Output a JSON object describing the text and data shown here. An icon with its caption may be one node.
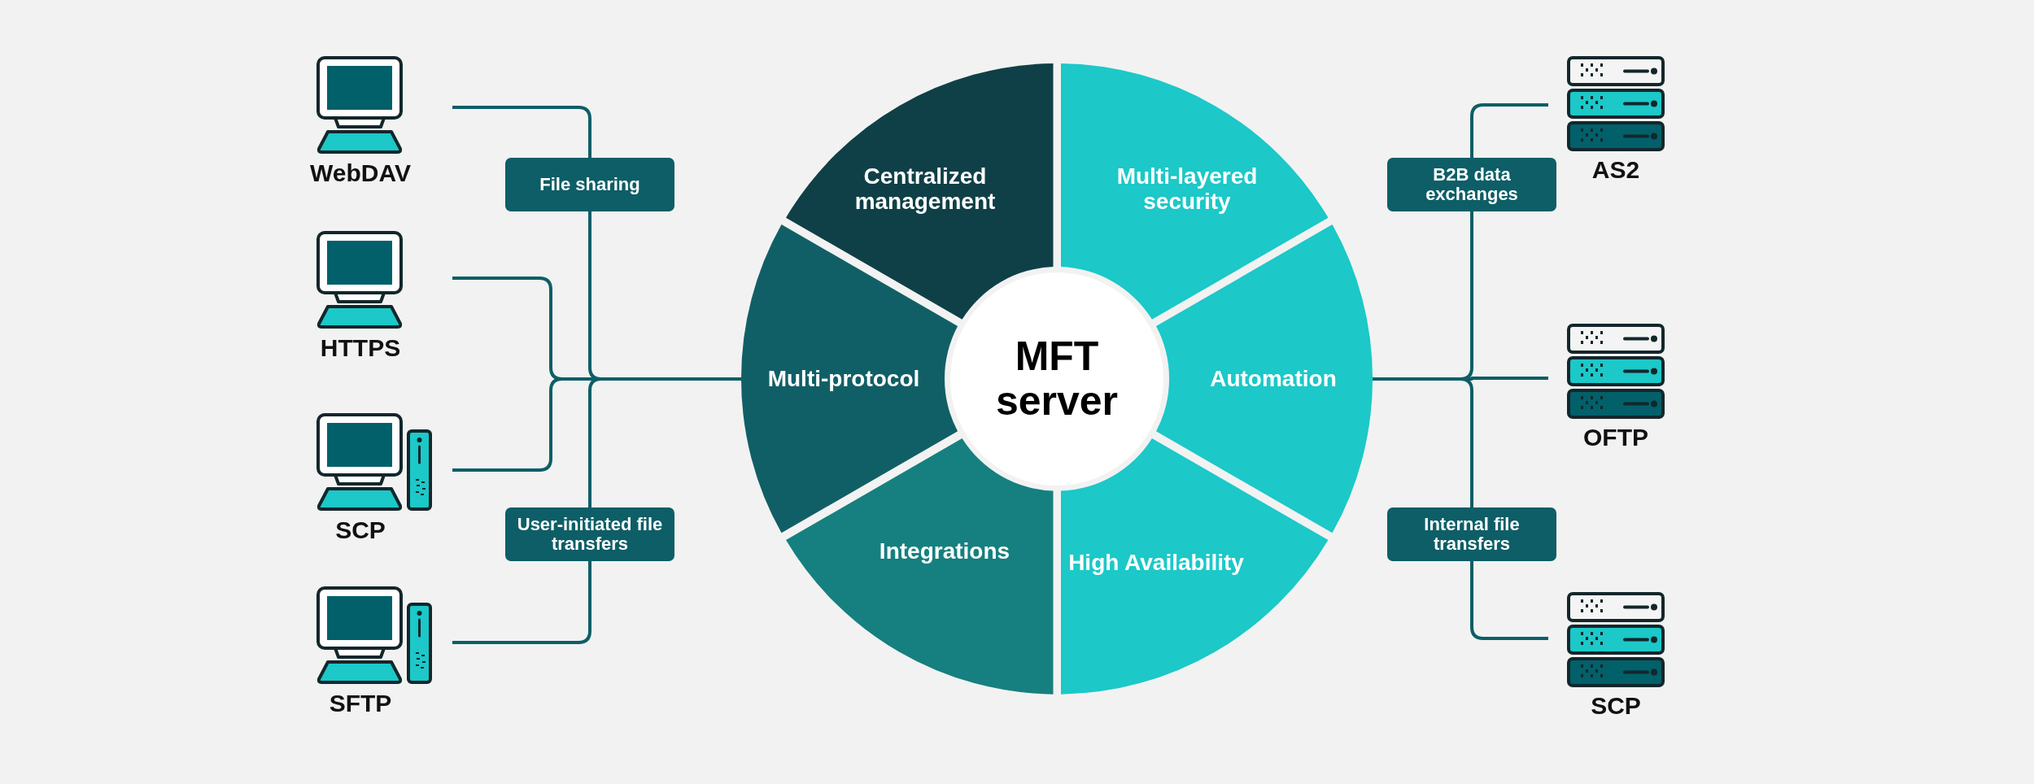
{
  "diagram": {
    "nodes": [
      {
        "text": [
          "WebDAV"
        ]
      },
      {
        "text": [
          "HTTPS"
        ]
      },
      {
        "text": [
          "SCP"
        ]
      },
      {
        "text": [
          "SFTP"
        ]
      },
      {
        "text": [
          "Centralized management"
        ]
      },
      {
        "text": [
          "Multi-layered security"
        ]
      },
      {
        "text": [
          "Multi-protocol"
        ]
      },
      {
        "text": [
          "MFT server"
        ]
      },
      {
        "text": [
          "Automation"
        ]
      },
      {
        "text": [
          "Integrations"
        ]
      },
      {
        "text": [
          "High Availability"
        ]
      },
      {
        "text": [
          "AS2"
        ]
      },
      {
        "text": [
          "OFTP"
        ]
      },
      {
        "text": [
          "SCP"
        ]
      }
    ],
    "edges": [
      {
        "from": 0,
        "to": 6,
        "arrow": "none",
        "label": "File sharing"
      },
      {
        "from": 1,
        "to": 6,
        "arrow": "none"
      },
      {
        "from": 2,
        "to": 6,
        "arrow": "none"
      },
      {
        "from": 3,
        "to": 6,
        "arrow": "none",
        "label": "User-initiated file transfers"
      },
      {
        "from": 8,
        "to": 11,
        "arrow": "none",
        "label": "B2B data exchanges"
      },
      {
        "from": 8,
        "to": 12,
        "arrow": "none"
      },
      {
        "from": 8,
        "to": 13,
        "arrow": "none",
        "label": "Internal file transfers"
      }
    ]
  }
}
